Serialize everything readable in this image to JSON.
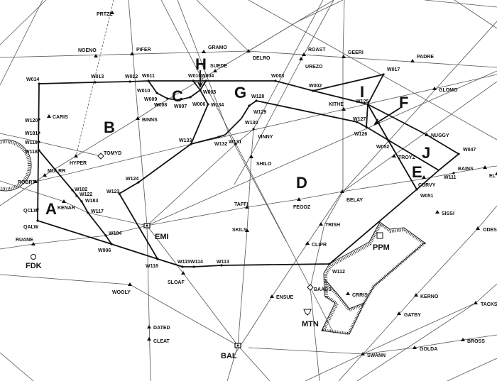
{
  "fixes": [
    "PRTZL",
    "PIFER",
    "NOENO",
    "GRAMO",
    "DELRO",
    "ROAST",
    "UREZO",
    "GEERI",
    "PADRE",
    "SUEDE",
    "GLOMO",
    "KITHE",
    "NUGGY",
    "TROYZ",
    "CURVY",
    "BAINS",
    "EL",
    "SISSI",
    "ODESA",
    "BELAY",
    "FEGOZ",
    "TAFFI",
    "SKILS",
    "SHILO",
    "VINNY",
    "TRISH",
    "CLIPR",
    "ENSUE",
    "CRRIS",
    "KERNO",
    "GATBY",
    "TACKS",
    "BROSS",
    "GOLDA",
    "SWANN",
    "CARIS",
    "BINNS",
    "HYPER",
    "MULRR",
    "ROBRT",
    "KENAR",
    "RUANE",
    "WOOLY",
    "SLOAF",
    "DATED",
    "CLEAT",
    "TOMYD",
    "BAABS"
  ],
  "waypoints": [
    "W014",
    "W013",
    "W012",
    "W011",
    "W010",
    "W009",
    "W008",
    "W007",
    "W006",
    "W016",
    "W004",
    "W005",
    "W134",
    "W003",
    "W002",
    "W017",
    "W125",
    "W127",
    "W126",
    "W128",
    "W129",
    "W130",
    "W131",
    "W132",
    "W133",
    "W124",
    "W123",
    "W052",
    "W047",
    "W111",
    "W051",
    "W112",
    "W113",
    "W114",
    "W115",
    "W116",
    "W906",
    "W184",
    "W117",
    "W183",
    "W122",
    "W182",
    "W118",
    "W119",
    "W181",
    "W120",
    "QCLW",
    "QALW"
  ],
  "navaids": [
    "EMI",
    "BAL",
    "MTN",
    "PPM",
    "FDK"
  ],
  "sectors": [
    "A",
    "B",
    "C",
    "D",
    "E",
    "F",
    "G",
    "H",
    "I",
    "J"
  ]
}
